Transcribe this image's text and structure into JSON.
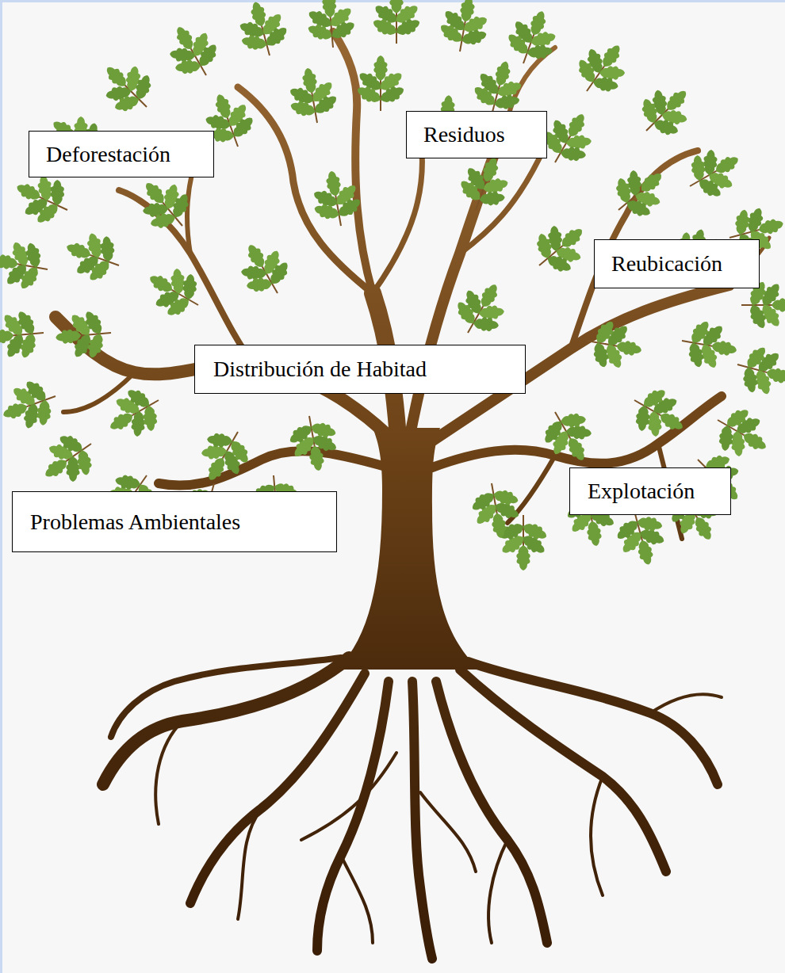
{
  "diagram": {
    "nodes": [
      {
        "text": [
          "Deforestación"
        ]
      },
      {
        "text": [
          "Residuos"
        ]
      },
      {
        "text": [
          "Reubicación"
        ]
      },
      {
        "text": [
          "Distribución de Habitad"
        ]
      },
      {
        "text": [
          "Explotación"
        ]
      },
      {
        "text": [
          "Problemas Ambientales"
        ]
      }
    ]
  }
}
